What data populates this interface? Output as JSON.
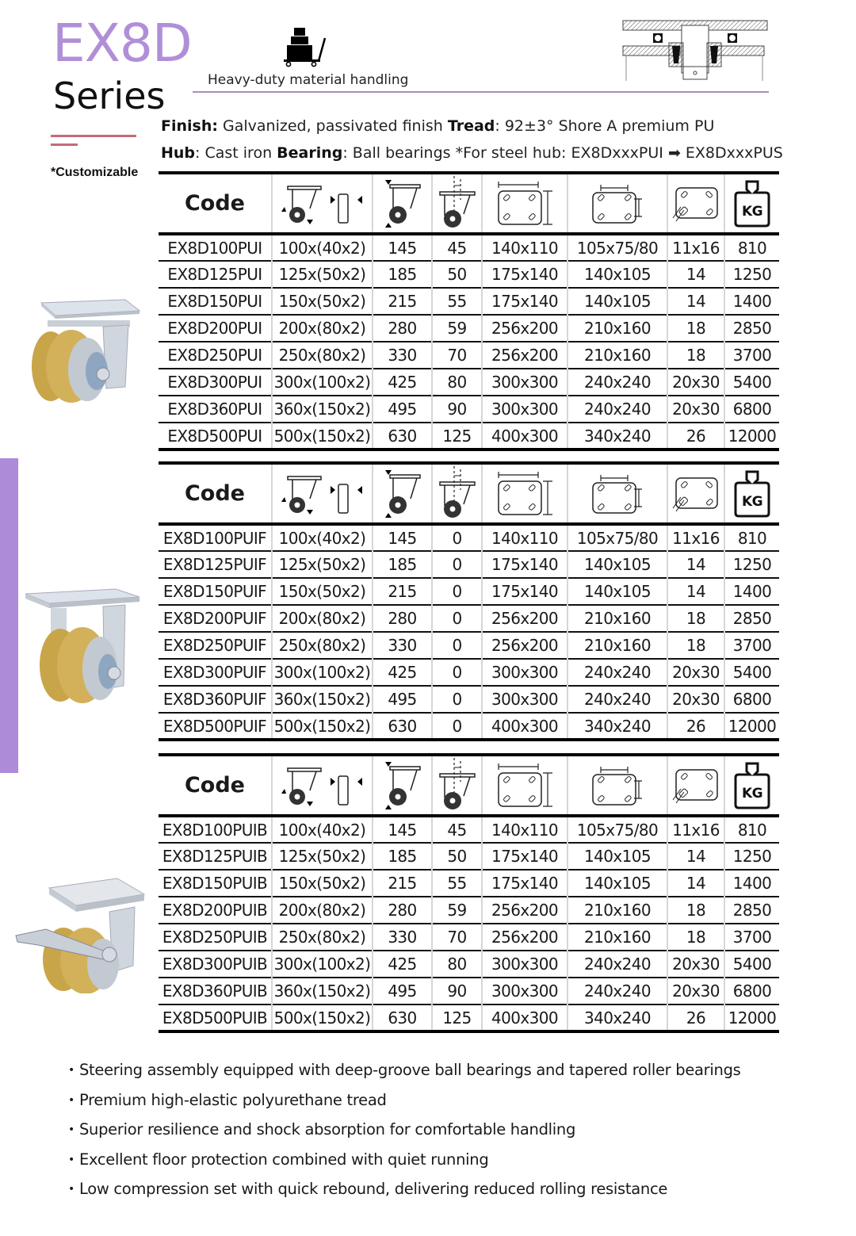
{
  "header": {
    "series_code": "EX8D",
    "series_word": "Series",
    "customizable": "*Customizable",
    "application_icon": "cart-icon",
    "application": "Heavy-duty material handling"
  },
  "specs": {
    "finish_label": "Finish:",
    "finish_value": " Galvanized, passivated finish  ",
    "tread_label": "Tread",
    "tread_value": ": 92±3° Shore A premium PU",
    "hub_label": "Hub",
    "hub_value": ": Cast iron  ",
    "bearing_label": "Bearing",
    "bearing_value": ": Ball bearings   *For steel hub: EX8DxxxPUI ➡ EX8DxxxPUS"
  },
  "table_header": {
    "code": "Code",
    "columns": [
      "wheel-dimension-icon",
      "overall-height-icon",
      "swivel-offset-icon",
      "plate-size-icon",
      "bolt-hole-spacing-icon",
      "bolt-hole-size-icon",
      "load-capacity-kg-icon"
    ],
    "kg_label": "KG"
  },
  "tables": [
    {
      "type": "swivel",
      "rows": [
        [
          "EX8D100PUI",
          "100x(40x2)",
          "145",
          "45",
          "140x110",
          "105x75/80",
          "11x16",
          "810"
        ],
        [
          "EX8D125PUI",
          "125x(50x2)",
          "185",
          "50",
          "175x140",
          "140x105",
          "14",
          "1250"
        ],
        [
          "EX8D150PUI",
          "150x(50x2)",
          "215",
          "55",
          "175x140",
          "140x105",
          "14",
          "1400"
        ],
        [
          "EX8D200PUI",
          "200x(80x2)",
          "280",
          "59",
          "256x200",
          "210x160",
          "18",
          "2850"
        ],
        [
          "EX8D250PUI",
          "250x(80x2)",
          "330",
          "70",
          "256x200",
          "210x160",
          "18",
          "3700"
        ],
        [
          "EX8D300PUI",
          "300x(100x2)",
          "425",
          "80",
          "300x300",
          "240x240",
          "20x30",
          "5400"
        ],
        [
          "EX8D360PUI",
          "360x(150x2)",
          "495",
          "90",
          "300x300",
          "240x240",
          "20x30",
          "6800"
        ],
        [
          "EX8D500PUI",
          "500x(150x2)",
          "630",
          "125",
          "400x300",
          "340x240",
          "26",
          "12000"
        ]
      ]
    },
    {
      "type": "rigid",
      "rows": [
        [
          "EX8D100PUIF",
          "100x(40x2)",
          "145",
          "0",
          "140x110",
          "105x75/80",
          "11x16",
          "810"
        ],
        [
          "EX8D125PUIF",
          "125x(50x2)",
          "185",
          "0",
          "175x140",
          "140x105",
          "14",
          "1250"
        ],
        [
          "EX8D150PUIF",
          "150x(50x2)",
          "215",
          "0",
          "175x140",
          "140x105",
          "14",
          "1400"
        ],
        [
          "EX8D200PUIF",
          "200x(80x2)",
          "280",
          "0",
          "256x200",
          "210x160",
          "18",
          "2850"
        ],
        [
          "EX8D250PUIF",
          "250x(80x2)",
          "330",
          "0",
          "256x200",
          "210x160",
          "18",
          "3700"
        ],
        [
          "EX8D300PUIF",
          "300x(100x2)",
          "425",
          "0",
          "300x300",
          "240x240",
          "20x30",
          "5400"
        ],
        [
          "EX8D360PUIF",
          "360x(150x2)",
          "495",
          "0",
          "300x300",
          "240x240",
          "20x30",
          "6800"
        ],
        [
          "EX8D500PUIF",
          "500x(150x2)",
          "630",
          "0",
          "400x300",
          "340x240",
          "26",
          "12000"
        ]
      ]
    },
    {
      "type": "swivel-brake",
      "rows": [
        [
          "EX8D100PUIB",
          "100x(40x2)",
          "145",
          "45",
          "140x110",
          "105x75/80",
          "11x16",
          "810"
        ],
        [
          "EX8D125PUIB",
          "125x(50x2)",
          "185",
          "50",
          "175x140",
          "140x105",
          "14",
          "1250"
        ],
        [
          "EX8D150PUIB",
          "150x(50x2)",
          "215",
          "55",
          "175x140",
          "140x105",
          "14",
          "1400"
        ],
        [
          "EX8D200PUIB",
          "200x(80x2)",
          "280",
          "59",
          "256x200",
          "210x160",
          "18",
          "2850"
        ],
        [
          "EX8D250PUIB",
          "250x(80x2)",
          "330",
          "70",
          "256x200",
          "210x160",
          "18",
          "3700"
        ],
        [
          "EX8D300PUIB",
          "300x(100x2)",
          "425",
          "80",
          "300x300",
          "240x240",
          "20x30",
          "5400"
        ],
        [
          "EX8D360PUIB",
          "360x(150x2)",
          "495",
          "90",
          "300x300",
          "240x240",
          "20x30",
          "6800"
        ],
        [
          "EX8D500PUIB",
          "500x(150x2)",
          "630",
          "125",
          "400x300",
          "340x240",
          "26",
          "12000"
        ]
      ]
    }
  ],
  "features": [
    "Steering assembly equipped with deep-groove ball bearings and tapered roller bearings",
    "Premium high-elastic polyurethane tread",
    "Superior resilience and shock absorption for comfortable handling",
    "Excellent floor protection combined with quiet running",
    "Low compression set with quick rebound, delivering reduced rolling resistance"
  ],
  "colors": {
    "brand_purple": "#b08fd8",
    "rule_purple": "#a98cc2",
    "accent_red": "#c46a78",
    "side_bar": "#ad8bd9",
    "tread_pu": "#c9a54a"
  }
}
